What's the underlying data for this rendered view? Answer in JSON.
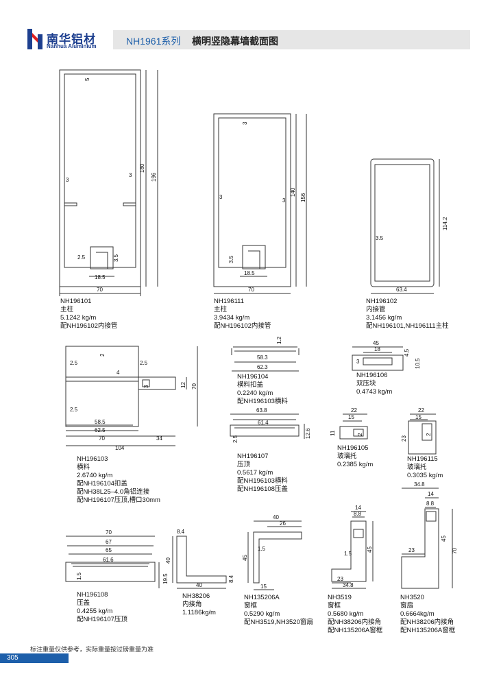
{
  "header": {
    "brand_cn": "南华铝材",
    "brand_en": "Nanhua Aluminium",
    "series": "NH1961系列",
    "title": "横明竖隐幕墙截面图"
  },
  "parts": [
    {
      "code": "NH196101",
      "name": "主柱",
      "weight": "5.1242 kg/m",
      "note1": "配NH196102内接管",
      "note2": ""
    },
    {
      "code": "NH196111",
      "name": "主柱",
      "weight": "3.9434 kg/m",
      "note1": "配NH196102内接管",
      "note2": ""
    },
    {
      "code": "NH196102",
      "name": "内接管",
      "weight": "3.1456 kg/m",
      "note1": "配NH196101,NH196111主柱",
      "note2": ""
    },
    {
      "code": "NH196104",
      "name": "横料扣盖",
      "weight": "0.2240 kg/m",
      "note1": "配NH196103横料",
      "note2": ""
    },
    {
      "code": "NH196106",
      "name": "双压块",
      "weight": "0.4743 kg/m",
      "note1": "",
      "note2": ""
    },
    {
      "code": "NH196103",
      "name": "横料",
      "weight": "2.6740 kg/m",
      "note1": "配NH196104扣盖",
      "note2": "配NH38L25–4.0角铝连接",
      "note3": "配NH196107压顶,槽口30mm"
    },
    {
      "code": "NH196107",
      "name": "压顶",
      "weight": "0.5617 kg/m",
      "note1": "配NH196103横料",
      "note2": "配NH196108压盖"
    },
    {
      "code": "NH196105",
      "name": "玻璃托",
      "weight": "0.2385 kg/m",
      "note1": "",
      "note2": ""
    },
    {
      "code": "NH196115",
      "name": "玻璃托",
      "weight": "0.3035 kg/m",
      "note1": "",
      "note2": ""
    },
    {
      "code": "NH196108",
      "name": "压盖",
      "weight": "0.4255 kg/m",
      "note1": "配NH196107压顶",
      "note2": ""
    },
    {
      "code": "NH38206",
      "name": "内接角",
      "weight": "1.1186kg/m",
      "note1": "",
      "note2": ""
    },
    {
      "code": "NH135206A",
      "name": "窗框",
      "weight": "0.5290 kg/m",
      "note1": "配NH3519,NH3520窗扇",
      "note2": ""
    },
    {
      "code": "NH3519",
      "name": "窗框",
      "weight": "0.5680 kg/m",
      "note1": "配NH38206内接角",
      "note2": "配NH135206A窗框"
    },
    {
      "code": "NH3520",
      "name": "窗扇",
      "weight": "0.6664kg/m",
      "note1": "配NH38206内接角",
      "note2": "配NH135206A窗框"
    }
  ],
  "dims": {
    "p1": [
      "5",
      "3",
      "3",
      "180",
      "196",
      "2.5",
      "3.5",
      "18.5",
      "70"
    ],
    "p2": [
      "3",
      "3",
      "3",
      "140",
      "156",
      "3.5",
      "18.5",
      "70"
    ],
    "p3": [
      "3.5",
      "114.2",
      "63.4"
    ],
    "p4": [
      "1.2",
      "58.3",
      "62.3"
    ],
    "p5": [
      "45",
      "18",
      "3",
      "4.5",
      "10.5"
    ],
    "p6": [
      "2",
      "2.5",
      "2.5",
      "4",
      "3",
      "12",
      "70",
      "2.5",
      "58.5",
      "62.5",
      "70",
      "34",
      "104"
    ],
    "p7": [
      "63.8",
      "61.4",
      "2.5",
      "12.6"
    ],
    "p8": [
      "22",
      "15",
      "11",
      "2"
    ],
    "p9": [
      "22",
      "15",
      "23",
      "2"
    ],
    "p10": [
      "70",
      "67",
      "65",
      "61.6",
      "1.5",
      "19.5"
    ],
    "p11": [
      "8.4",
      "40",
      "40",
      "8.4"
    ],
    "p12": [
      "40",
      "26",
      "1.5",
      "45",
      "15"
    ],
    "p13": [
      "14",
      "8.8",
      "1.5",
      "45",
      "23",
      "34.8"
    ],
    "p14": [
      "34.8",
      "14",
      "8.8",
      "23",
      "45",
      "70"
    ]
  },
  "footer": {
    "note": "标注重量仅供参考，实际重量按过磅重量为准",
    "page": "305"
  }
}
